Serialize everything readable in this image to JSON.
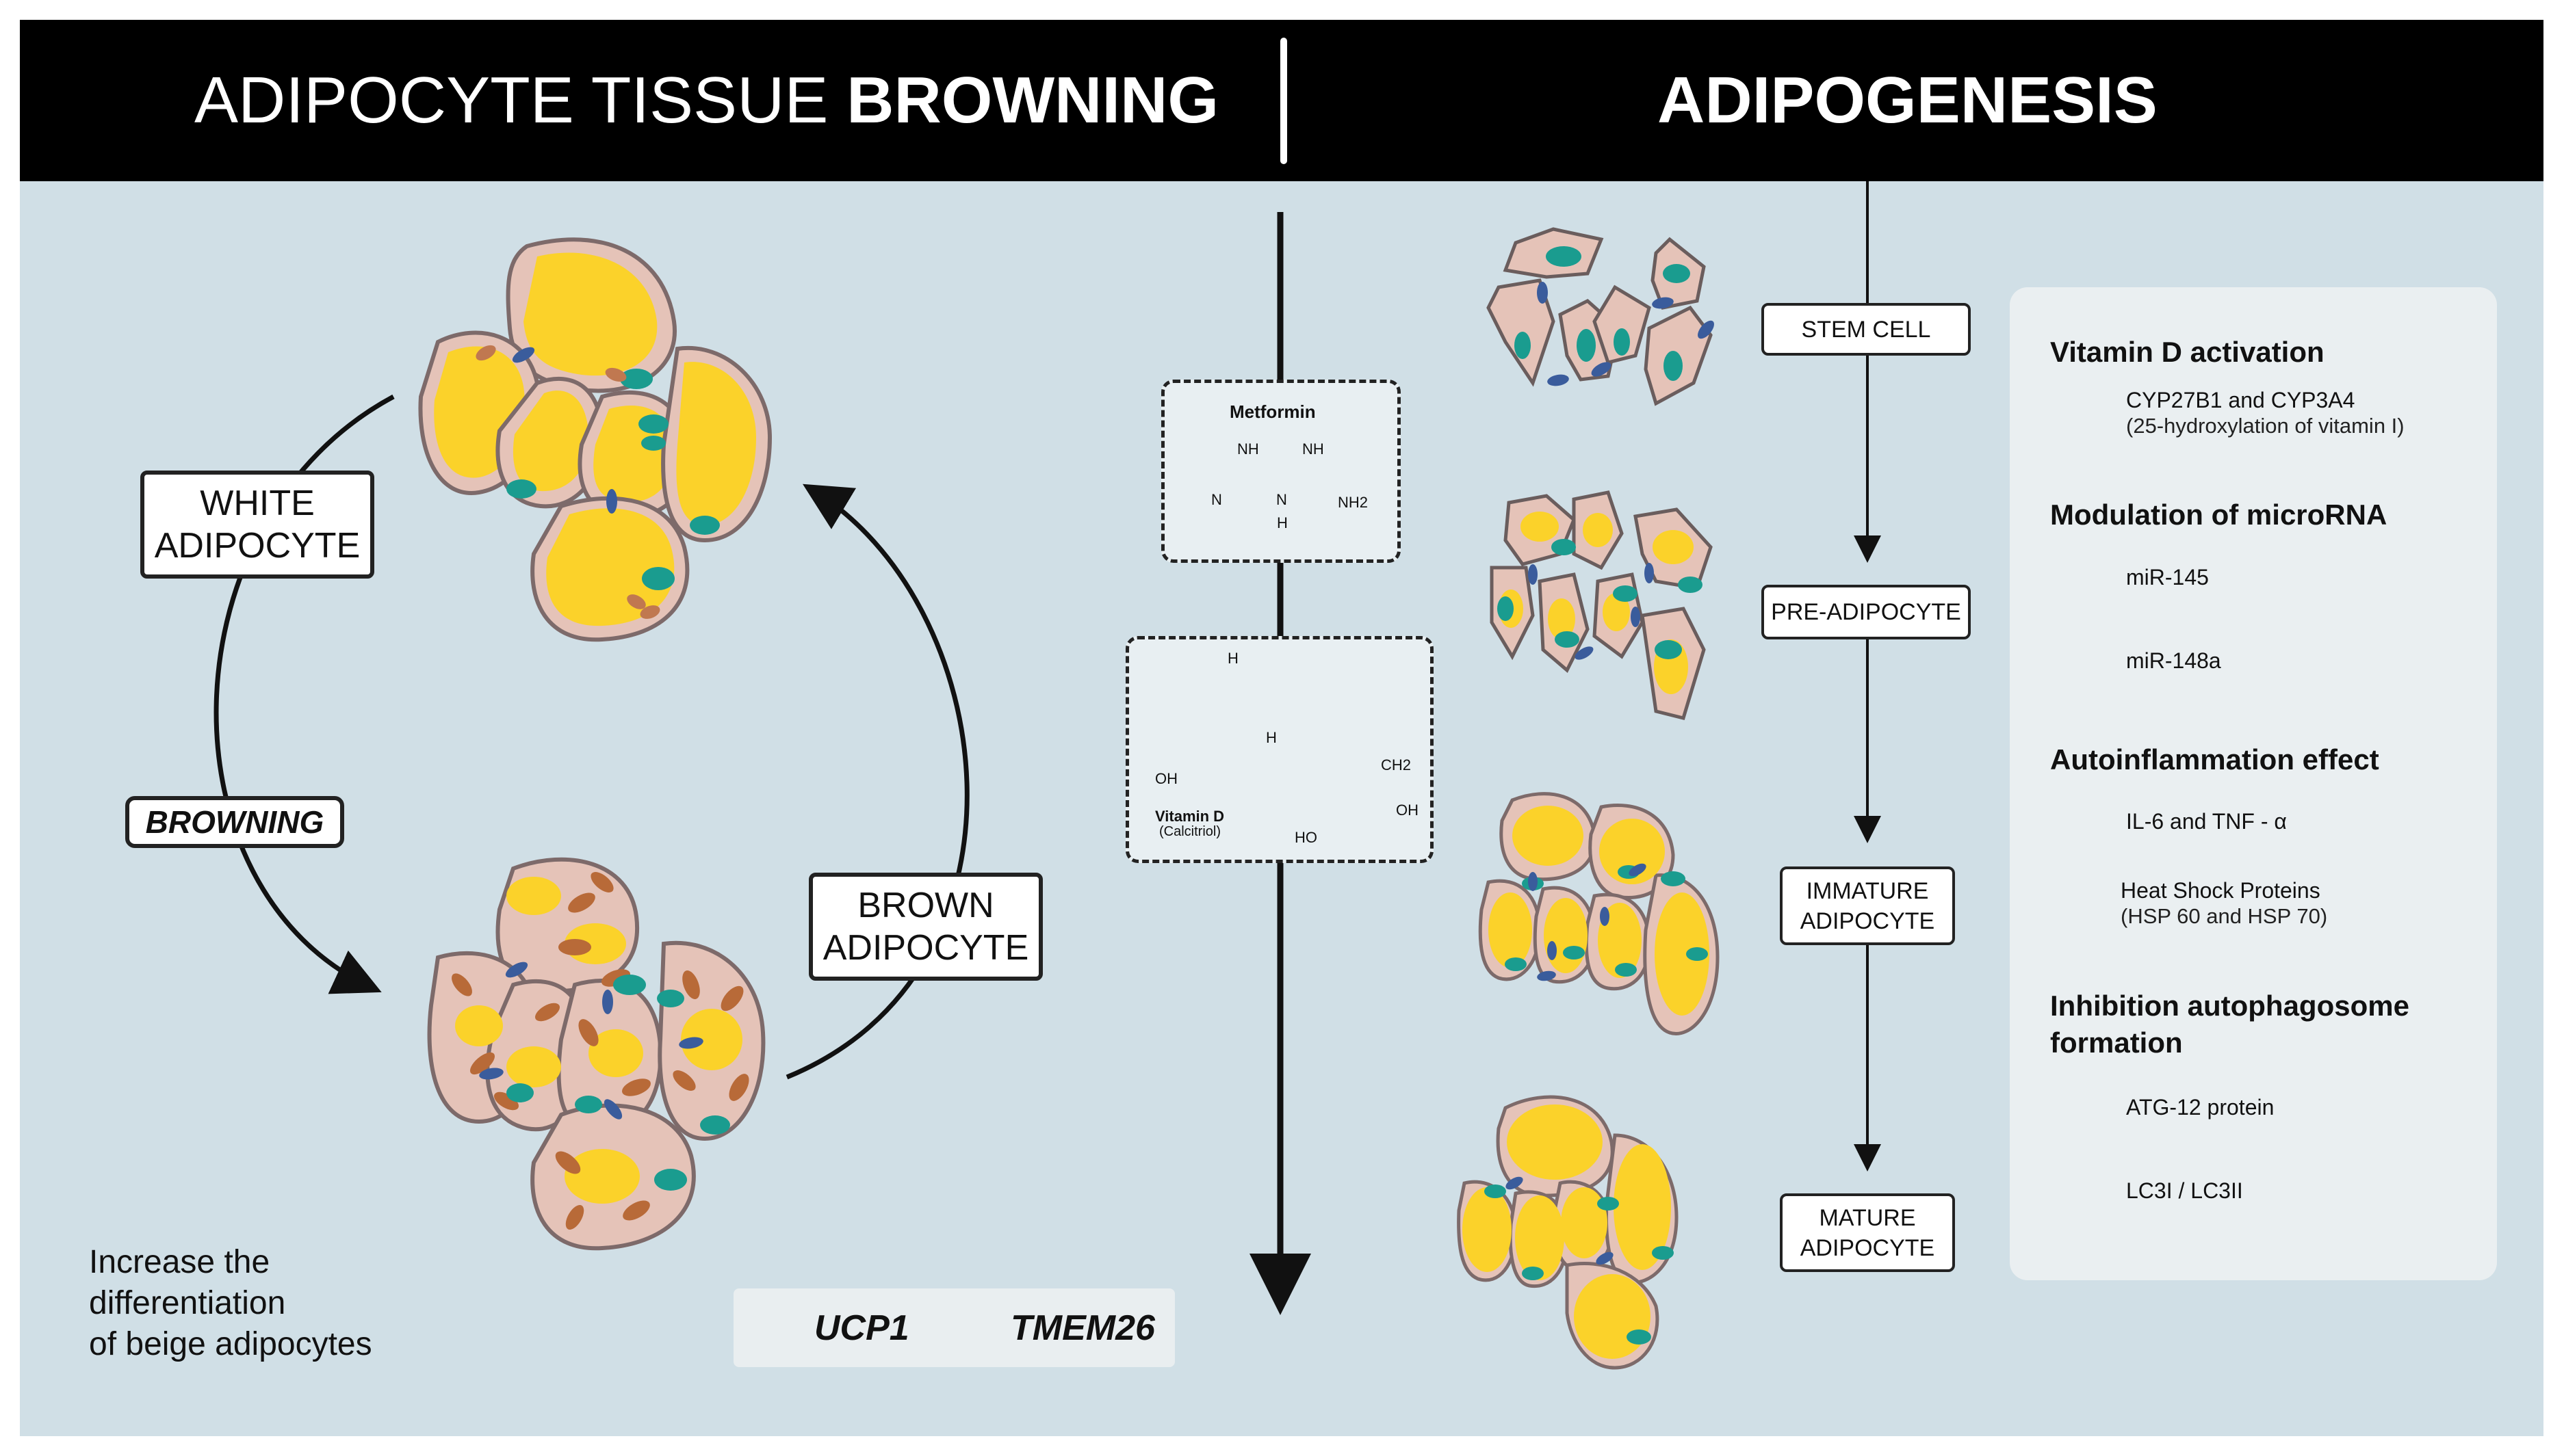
{
  "header": {
    "left_title_regular": "ADIPOCYTE TISSUE",
    "left_title_bold": "BROWNING",
    "right_title": "ADIPOGENESIS"
  },
  "browning_panel": {
    "white_adipocyte_label": "WHITE\nADIPOCYTE",
    "brown_adipocyte_label": "BROWN\nADIPOCYTE",
    "browning_label": "BROWNING",
    "increase_text": "Increase the\ndifferentiation\nof beige adipocytes",
    "markers": [
      {
        "label": "UCP1",
        "direction": "up"
      },
      {
        "label": "TMEM26",
        "direction": "up"
      }
    ]
  },
  "molecules": {
    "metformin": {
      "name": "Metformin",
      "groups": [
        "NH",
        "NH",
        "N",
        "N",
        "H",
        "NH2"
      ]
    },
    "vitamin_d": {
      "name": "Vitamin D",
      "subname": "(Calcitriol)",
      "groups": [
        "H",
        "H",
        "OH",
        "CH2",
        "OH",
        "HO"
      ]
    }
  },
  "adipogenesis": {
    "stages": [
      "STEM CELL",
      "PRE-ADIPOCYTE",
      "IMMATURE\nADIPOCYTE",
      "MATURE\nADIPOCYTE"
    ]
  },
  "effects": [
    {
      "title": "Vitamin D activation",
      "items": [
        {
          "direction": "up",
          "text": "CYP27B1 and CYP3A4",
          "sub": "(25-hydroxylation of vitamin I)"
        }
      ]
    },
    {
      "title": "Modulation of microRNA",
      "items": [
        {
          "direction": "up",
          "text": "miR-145",
          "sub": ""
        },
        {
          "direction": "down",
          "text": "miR-148a",
          "sub": ""
        }
      ]
    },
    {
      "title": "Autoinflammation effect",
      "items": [
        {
          "direction": "up",
          "text": "IL-6 and TNF - α",
          "sub": ""
        },
        {
          "direction": "down",
          "text": "Heat Shock Proteins",
          "sub": "(HSP 60 and HSP 70)"
        }
      ]
    },
    {
      "title": "Inhibition autophagosome\nformation",
      "items": [
        {
          "direction": "up",
          "text": "ATG-12 protein",
          "sub": ""
        },
        {
          "direction": "down",
          "text": "LC3I / LC3II",
          "sub": ""
        }
      ]
    }
  ],
  "colors": {
    "up_arrow": "#12a14a",
    "down_arrow": "#e8283a",
    "fat": "#fbd22a",
    "cytoplasm": "#e5c3b8",
    "nucleus": "#1a9c8f",
    "mitochondria": "#b86a38",
    "junction": "#3a5c9c",
    "background": "#d0dfe6"
  }
}
